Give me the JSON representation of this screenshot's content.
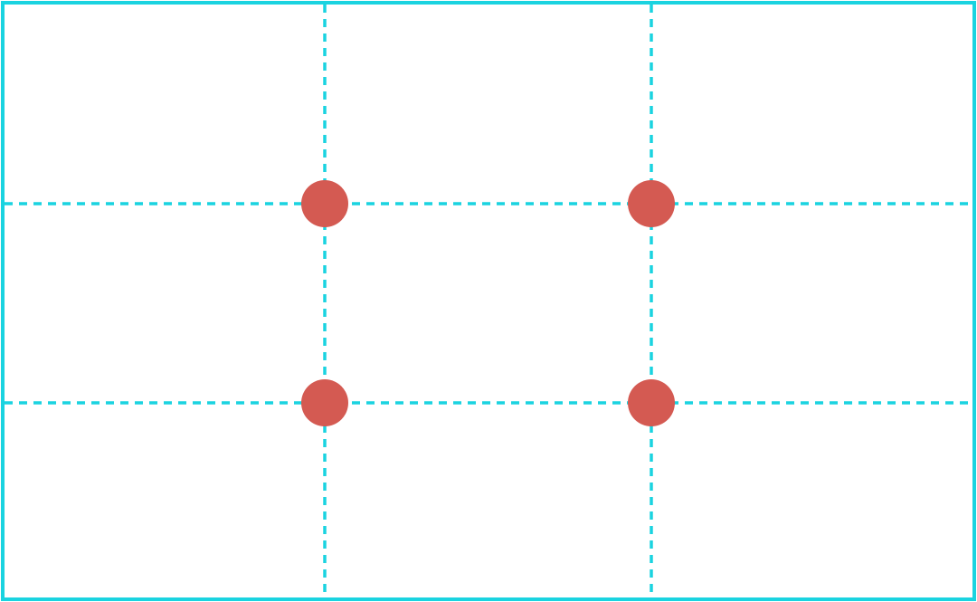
{
  "diagram": {
    "kind": "rule-of-thirds-grid",
    "divisions": 3,
    "colors": {
      "frame": "#1ad3e0",
      "grid_line": "#1ad3e0",
      "intersection_point": "#d45a52",
      "background": "#ffffff"
    },
    "grid_line_style": "dashed",
    "intersection_points": [
      {
        "label": "top-left-power-point"
      },
      {
        "label": "top-right-power-point"
      },
      {
        "label": "bottom-left-power-point"
      },
      {
        "label": "bottom-right-power-point"
      }
    ]
  }
}
